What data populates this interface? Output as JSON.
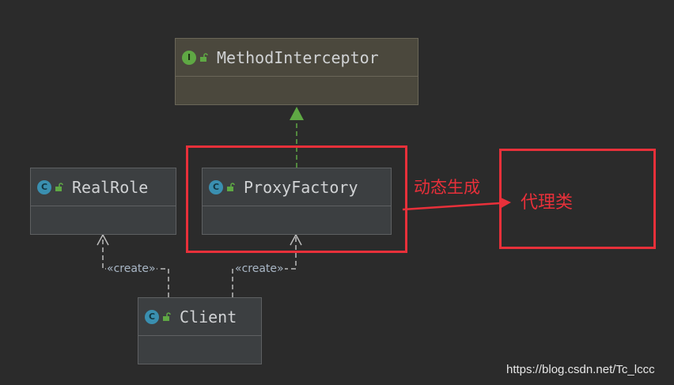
{
  "classes": {
    "method_interceptor": {
      "name": "MethodInterceptor",
      "kind": "I"
    },
    "proxy_factory": {
      "name": "ProxyFactory",
      "kind": "C"
    },
    "real_role": {
      "name": "RealRole",
      "kind": "C"
    },
    "client": {
      "name": "Client",
      "kind": "C"
    }
  },
  "relations": {
    "create_label": "«create»"
  },
  "annotations": {
    "arrow_label": "动态生成",
    "proxy_class_label": "代理类"
  },
  "watermark": "https://blog.csdn.net/Tc_lccc",
  "colors": {
    "background": "#2b2b2b",
    "class_fill": "#3c3f41",
    "interface_fill": "#4b483d",
    "highlight": "#e8303a",
    "implements_arrow": "#5fa844",
    "dependency_line": "#bbbbbb"
  }
}
